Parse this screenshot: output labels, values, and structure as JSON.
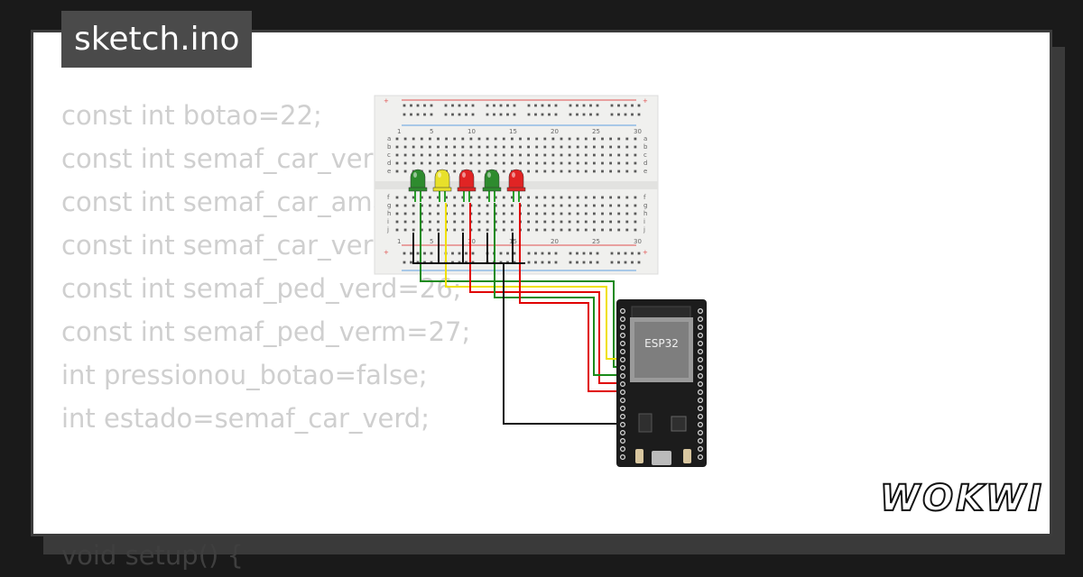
{
  "tab": {
    "filename": "sketch.ino"
  },
  "code_lines": [
    "const int botao=22;",
    "const int semaf_car_verd=25;",
    "const int semaf_car_amar=33;",
    "const int semaf_car_verm=32;",
    "const int semaf_ped_verd=26;",
    "const int semaf_ped_verm=27;",
    "int pressionou_botao=false;",
    "int estado=semaf_car_verd;",
    "",
    "",
    "void setup() {"
  ],
  "breadboard": {
    "column_numbers": [
      "1",
      "5",
      "10",
      "15",
      "20",
      "25",
      "30"
    ],
    "row_letters_top": [
      "a",
      "b",
      "c",
      "d",
      "e"
    ],
    "row_letters_bottom": [
      "f",
      "g",
      "h",
      "i",
      "j"
    ],
    "rail_symbols": [
      "+",
      "−"
    ]
  },
  "leds": [
    {
      "name": "led-green-1",
      "color": "#2e8b2e"
    },
    {
      "name": "led-yellow",
      "color": "#e8e02a"
    },
    {
      "name": "led-red-1",
      "color": "#e02424"
    },
    {
      "name": "led-green-2",
      "color": "#2e8b2e"
    },
    {
      "name": "led-red-2",
      "color": "#e02424"
    }
  ],
  "board": {
    "chip_label": "ESP32"
  },
  "brand": {
    "logo_text": "WOKWI"
  },
  "colors": {
    "background": "#1a1a1a",
    "card": "#ffffff",
    "tab": "#4a4a4a",
    "wire_green": "#1a8a1a",
    "wire_yellow": "#f0e000",
    "wire_red": "#e00000",
    "wire_black": "#111111"
  }
}
